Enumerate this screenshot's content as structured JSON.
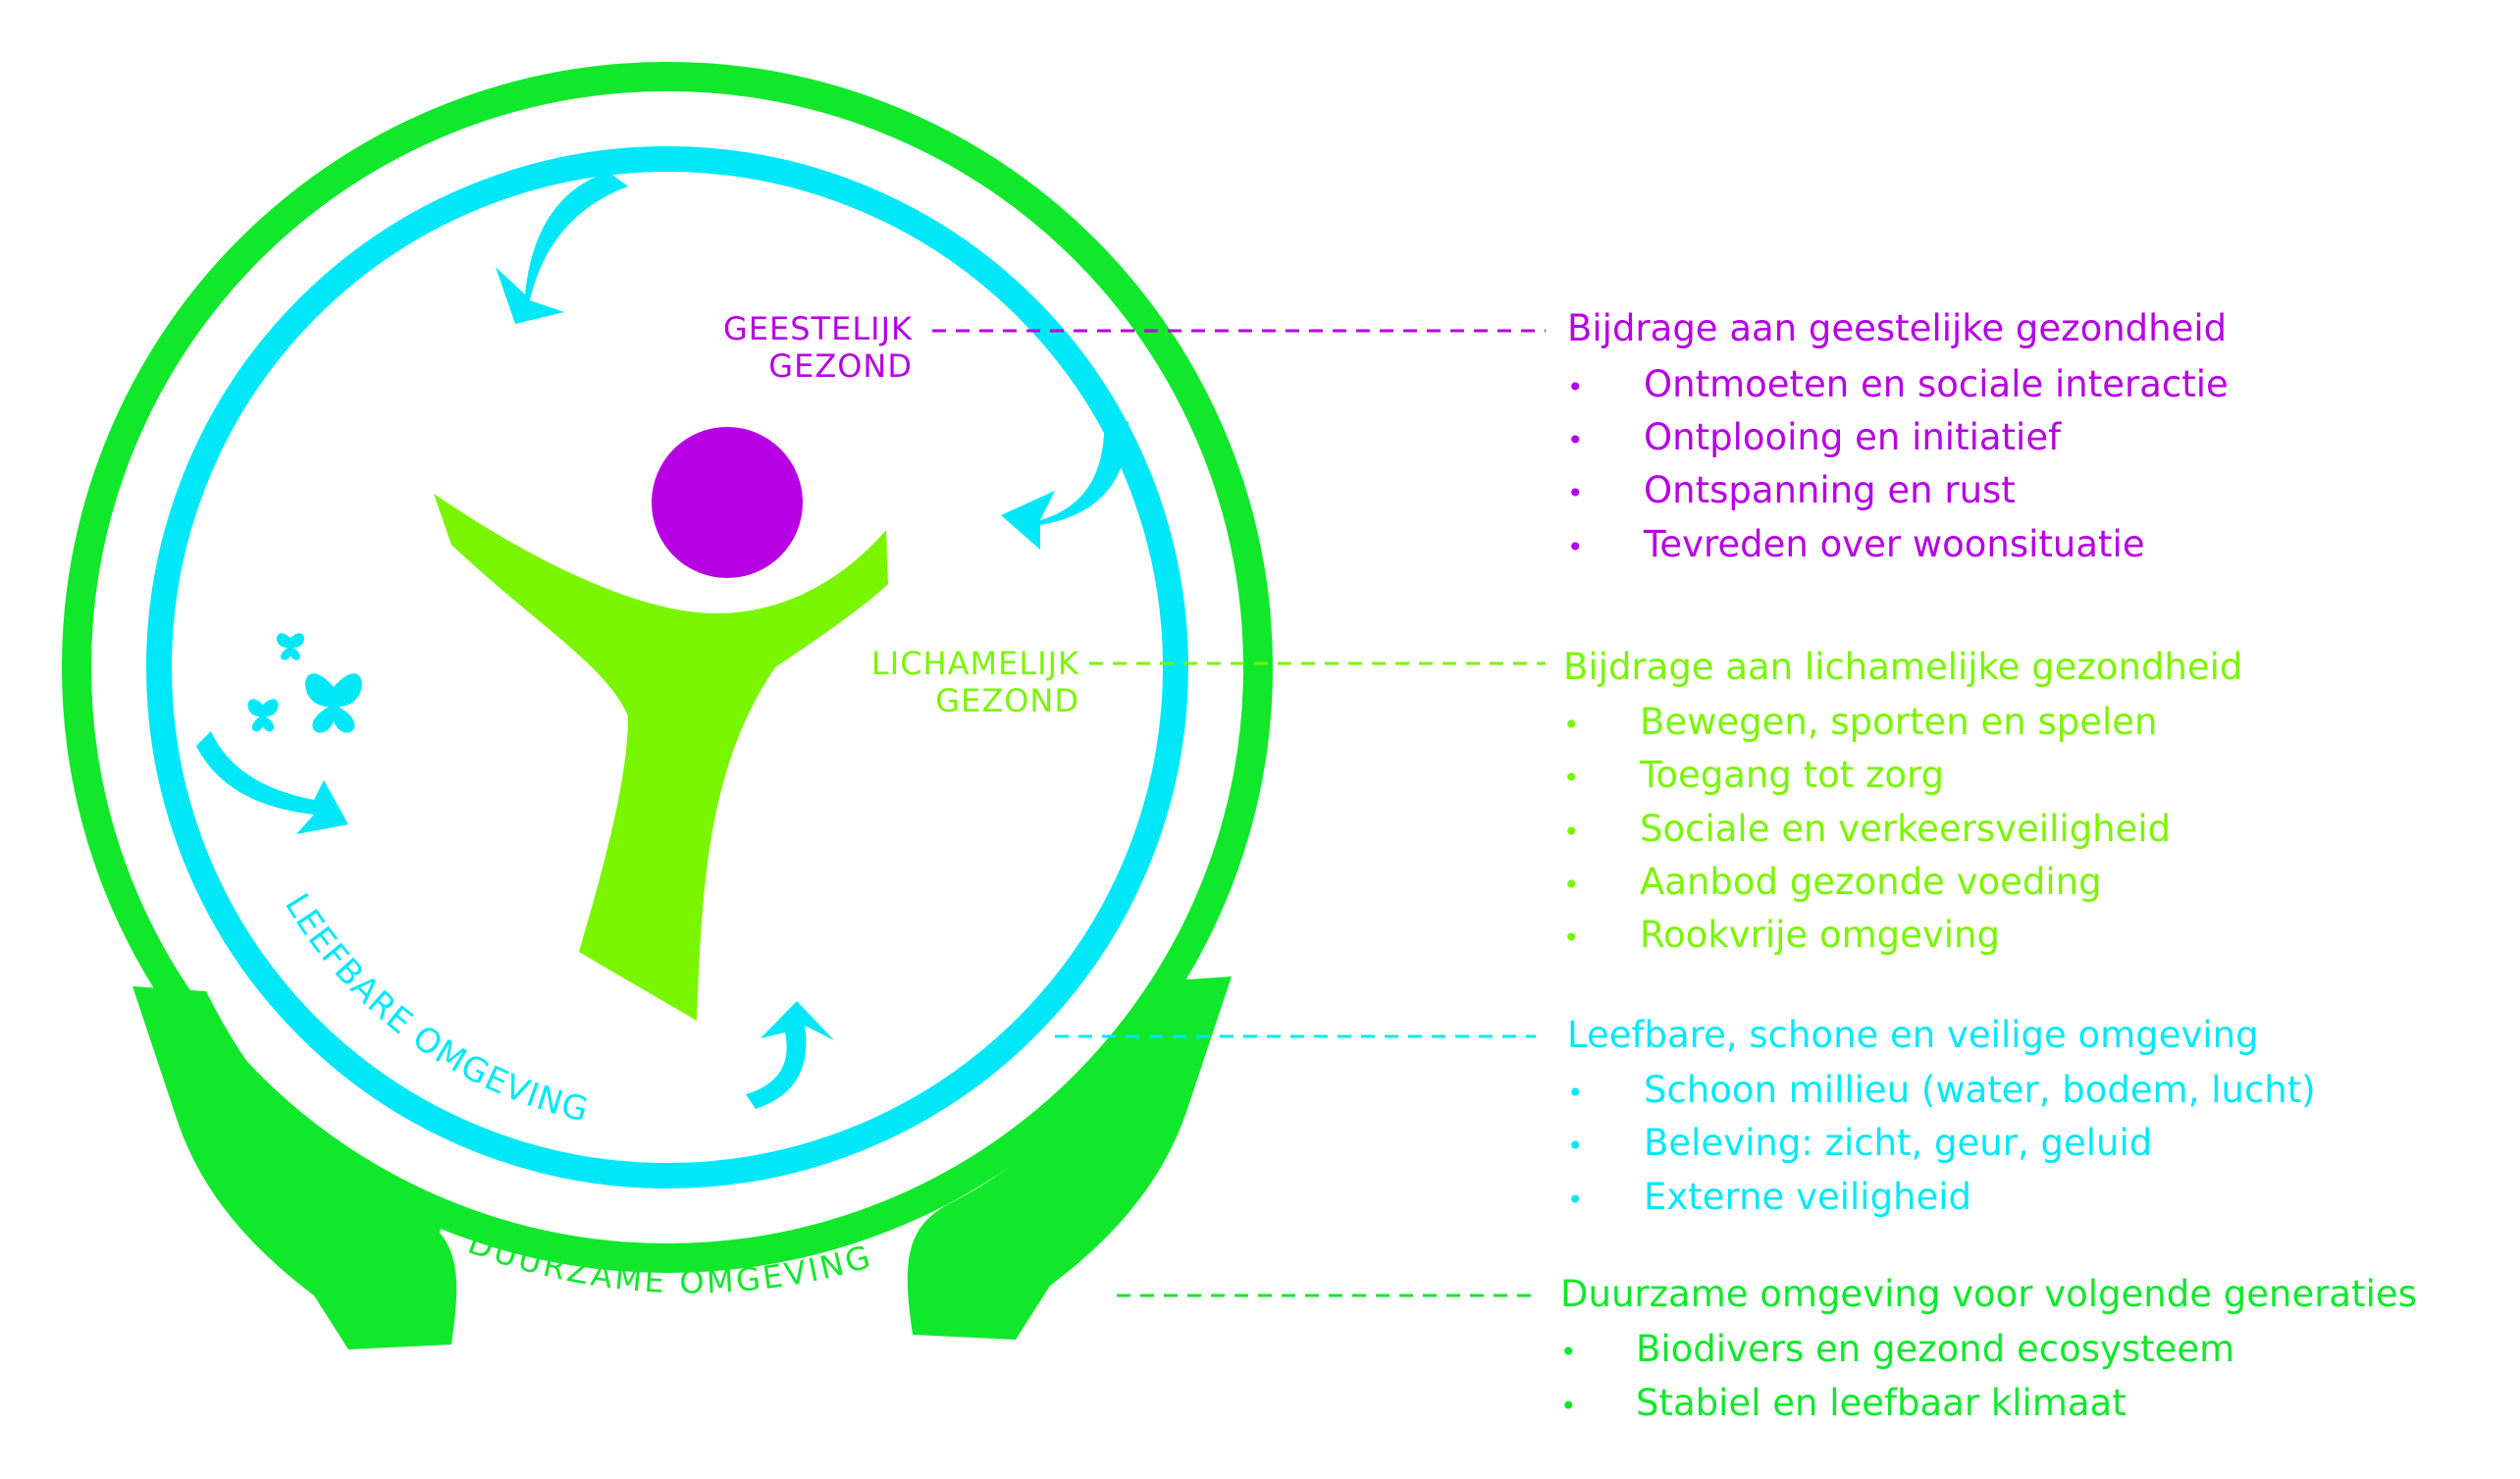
{
  "colors": {
    "mental": "#b600e3",
    "physical": "#7af500",
    "livable": "#00e8f8",
    "sustainable": "#11e82c"
  },
  "icons": [
    "person-icon",
    "butterfly-icon",
    "hands-icon",
    "cycle-arrow-icon"
  ],
  "diagram": {
    "tags": {
      "mental_line1": "GEESTELIJK",
      "mental_line2": "GEZOND",
      "physical_line1": "LICHAMELIJK",
      "physical_line2": "GEZOND"
    },
    "ring_inner_label": "LEEFBARE OMGEVING",
    "ring_outer_label": "DUURZAME OMGEVING"
  },
  "sections": [
    {
      "heading": "Bijdrage aan geestelijke gezondheid",
      "items": [
        "Ontmoeten en sociale interactie",
        "Ontplooing en initiatief",
        "Ontspanning en rust",
        "Tevreden over woonsituatie"
      ]
    },
    {
      "heading": "Bijdrage aan lichamelijke gezondheid",
      "items": [
        "Bewegen, sporten en spelen",
        "Toegang tot zorg",
        "Sociale en verkeersveiligheid",
        "Aanbod gezonde voeding",
        "Rookvrije omgeving"
      ]
    },
    {
      "heading": "Leefbare, schone en veilige omgeving",
      "items": [
        "Schoon millieu (water, bodem, lucht)",
        "Beleving: zicht, geur, geluid",
        "Externe veiligheid"
      ]
    },
    {
      "heading": "Duurzame omgeving voor volgende generaties",
      "items": [
        "Biodivers en gezond ecosysteem",
        "Stabiel en leefbaar klimaat"
      ]
    }
  ]
}
